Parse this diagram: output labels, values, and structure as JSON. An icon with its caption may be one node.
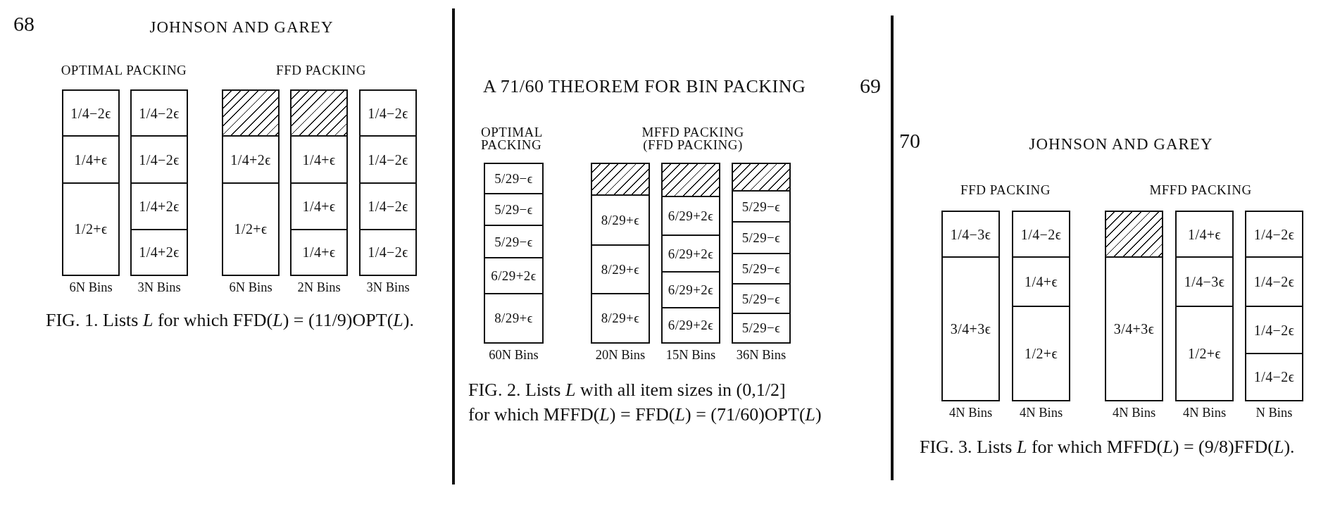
{
  "diagram": {
    "nodes": [
      {
        "text": [],
        "shape": "box",
        "beside": [
          "6N Bins"
        ]
      },
      {
        "text": [
          "1/4−2ϵ"
        ],
        "in": 0
      },
      {
        "text": [
          "1/4+ϵ"
        ],
        "in": 0
      },
      {
        "text": [
          "1/2+ϵ"
        ],
        "in": 0
      },
      {
        "text": [],
        "shape": "box",
        "beside": [
          "3N Bins"
        ]
      },
      {
        "text": [
          "1/4−2ϵ"
        ],
        "in": 4
      },
      {
        "text": [
          "1/4−2ϵ"
        ],
        "in": 4
      },
      {
        "text": [
          "1/4+2ϵ"
        ],
        "in": 4
      },
      {
        "text": [
          "1/4+2ϵ"
        ],
        "in": 4
      },
      {
        "text": [],
        "shape": "box",
        "beside": [
          "6N Bins"
        ]
      },
      {
        "text": [],
        "shape": "hatch",
        "in": 9
      },
      {
        "text": [
          "1/4+2ϵ"
        ],
        "in": 9
      },
      {
        "text": [
          "1/2+ϵ"
        ],
        "in": 9
      },
      {
        "text": [],
        "shape": "box",
        "beside": [
          "2N Bins"
        ]
      },
      {
        "text": [],
        "shape": "hatch",
        "in": 13
      },
      {
        "text": [
          "1/4+ϵ"
        ],
        "in": 13
      },
      {
        "text": [
          "1/4+ϵ"
        ],
        "in": 13
      },
      {
        "text": [
          "1/4+ϵ"
        ],
        "in": 13
      },
      {
        "text": [],
        "shape": "box",
        "beside": [
          "3N Bins"
        ]
      },
      {
        "text": [
          "1/4−2ϵ"
        ],
        "in": 18
      },
      {
        "text": [
          "1/4−2ϵ"
        ],
        "in": 18
      },
      {
        "text": [
          "1/4−2ϵ"
        ],
        "in": 18
      },
      {
        "text": [
          "1/4−2ϵ"
        ],
        "in": 18
      },
      {
        "text": [],
        "shape": "box",
        "beside": [
          "60N Bins"
        ]
      },
      {
        "text": [
          "5/29−ϵ"
        ],
        "in": 23
      },
      {
        "text": [
          "5/29−ϵ"
        ],
        "in": 23
      },
      {
        "text": [
          "5/29−ϵ"
        ],
        "in": 23
      },
      {
        "text": [
          "6/29+2ϵ"
        ],
        "in": 23
      },
      {
        "text": [
          "8/29+ϵ"
        ],
        "in": 23
      },
      {
        "text": [],
        "shape": "box",
        "beside": [
          "20N Bins"
        ]
      },
      {
        "text": [],
        "shape": "hatch",
        "in": 29
      },
      {
        "text": [
          "8/29+ϵ"
        ],
        "in": 29
      },
      {
        "text": [
          "8/29+ϵ"
        ],
        "in": 29
      },
      {
        "text": [
          "8/29+ϵ"
        ],
        "in": 29
      },
      {
        "text": [],
        "shape": "box",
        "beside": [
          "15N Bins"
        ]
      },
      {
        "text": [],
        "shape": "hatch",
        "in": 34
      },
      {
        "text": [
          "6/29+2ϵ"
        ],
        "in": 34
      },
      {
        "text": [
          "6/29+2ϵ"
        ],
        "in": 34
      },
      {
        "text": [
          "6/29+2ϵ"
        ],
        "in": 34
      },
      {
        "text": [
          "6/29+2ϵ"
        ],
        "in": 34
      },
      {
        "text": [],
        "shape": "box",
        "beside": [
          "36N Bins"
        ]
      },
      {
        "text": [],
        "shape": "hatch",
        "in": 40
      },
      {
        "text": [
          "5/29−ϵ"
        ],
        "in": 40
      },
      {
        "text": [
          "5/29−ϵ"
        ],
        "in": 40
      },
      {
        "text": [
          "5/29−ϵ"
        ],
        "in": 40
      },
      {
        "text": [
          "5/29−ϵ"
        ],
        "in": 40
      },
      {
        "text": [
          "5/29−ϵ"
        ],
        "in": 40
      },
      {
        "text": [],
        "shape": "box",
        "beside": [
          "4N Bins"
        ]
      },
      {
        "text": [
          "1/4−3ϵ"
        ],
        "in": 47
      },
      {
        "text": [
          "3/4+3ϵ"
        ],
        "in": 47
      },
      {
        "text": [],
        "shape": "box",
        "beside": [
          "4N Bins"
        ]
      },
      {
        "text": [
          "1/4−2ϵ"
        ],
        "in": 50
      },
      {
        "text": [
          "1/4+ϵ"
        ],
        "in": 50
      },
      {
        "text": [
          "1/2+ϵ"
        ],
        "in": 50
      },
      {
        "text": [],
        "shape": "box",
        "beside": [
          "4N Bins"
        ]
      },
      {
        "text": [],
        "shape": "hatch",
        "in": 54
      },
      {
        "text": [
          "3/4+3ϵ"
        ],
        "in": 54
      },
      {
        "text": [],
        "shape": "box",
        "beside": [
          "4N Bins"
        ]
      },
      {
        "text": [
          "1/4+ϵ"
        ],
        "in": 57
      },
      {
        "text": [
          "1/4−3ϵ"
        ],
        "in": 57
      },
      {
        "text": [
          "1/2+ϵ"
        ],
        "in": 57
      },
      {
        "text": [],
        "shape": "box",
        "beside": [
          "N Bins"
        ]
      },
      {
        "text": [
          "1/4−2ϵ"
        ],
        "in": 61
      },
      {
        "text": [
          "1/4−2ϵ"
        ],
        "in": 61
      },
      {
        "text": [
          "1/4−2ϵ"
        ],
        "in": 61
      },
      {
        "text": [
          "1/4−2ϵ"
        ],
        "in": 61
      }
    ],
    "labels": [
      "68",
      "JOHNSON AND GAREY",
      "OPTIMAL PACKING",
      "FFD PACKING",
      "FIG. 1. Lists *L* for which FFD(*L*) = (11/9)OPT(*L*).",
      "A 71/60 THEOREM FOR BIN PACKING",
      "69",
      "OPTIMAL PACKING",
      "MFFD PACKING (FFD PACKING)",
      "FIG. 2. Lists *L* with all item sizes in (0,1/2] for which MFFD(*L*) = FFD(*L*) = (71/60)OPT(*L*)",
      "70",
      "JOHNSON AND GAREY",
      "FFD PACKING",
      "MFFD PACKING",
      "FIG. 3. Lists *L* for which MFFD(*L*) = (9/8)FFD(*L*)."
    ]
  }
}
